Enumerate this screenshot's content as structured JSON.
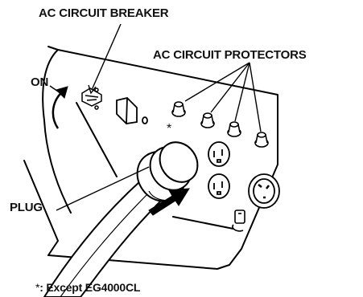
{
  "labels": {
    "breaker": "AC CIRCUIT BREAKER",
    "protectors": "AC CIRCUIT PROTECTORS",
    "on": "ON",
    "plug": "PLUG",
    "asterisk": "*",
    "footnote_mark": "*",
    "footnote": ": Except EG4000CL"
  },
  "icons": {
    "breaker": "circuit-breaker-icon",
    "protector": "circuit-protector-icon",
    "outlet": "duplex-outlet-icon",
    "twist_lock": "twist-lock-outlet-icon",
    "ground": "ground-terminal-icon",
    "plug": "power-plug-icon"
  }
}
